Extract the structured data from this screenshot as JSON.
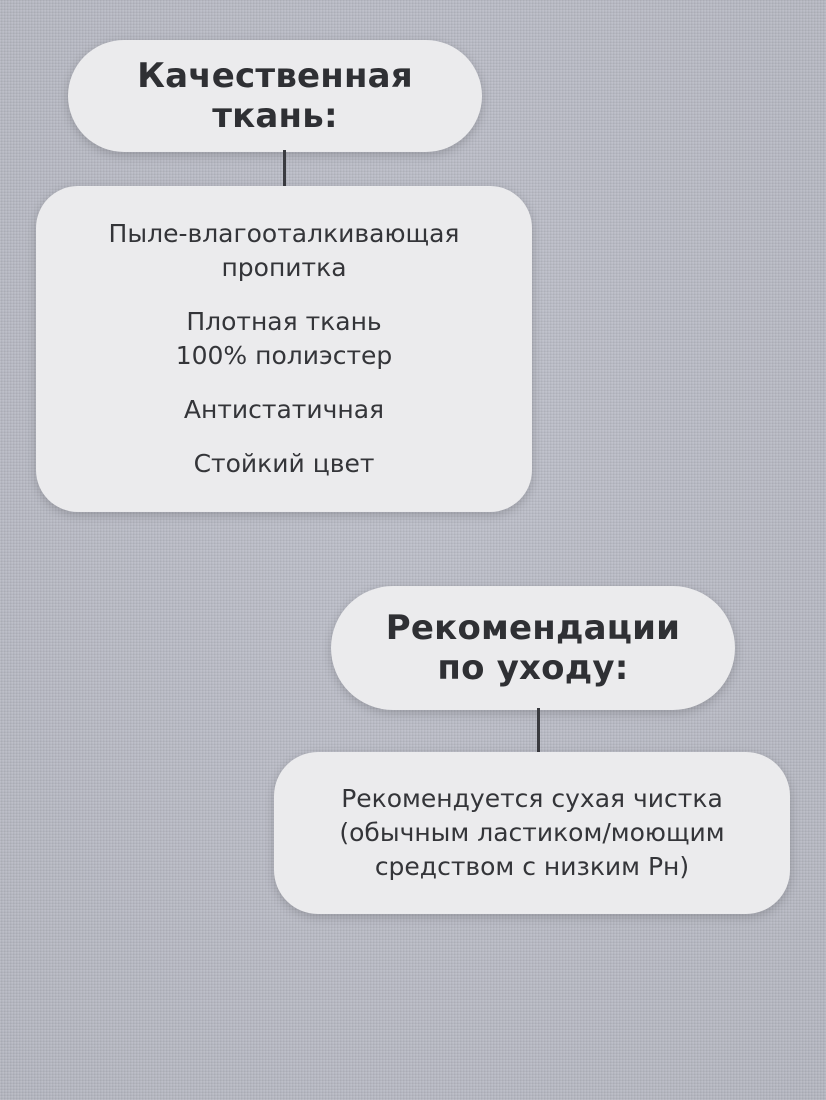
{
  "quality": {
    "title_lines": [
      "Качественная",
      "ткань:"
    ],
    "features": [
      {
        "lines": [
          "Пыле-влагооталкивающая",
          "пропитка"
        ]
      },
      {
        "lines": [
          "Плотная ткань",
          "100% полиэстер"
        ]
      },
      {
        "lines": [
          "Антистатичная"
        ]
      },
      {
        "lines": [
          "Стойкий цвет"
        ]
      }
    ]
  },
  "care": {
    "title_lines": [
      "Рекомендации",
      "по уходу:"
    ],
    "text_lines": [
      "Рекомендуется сухая чистка",
      "(обычным ластиком/моющим",
      "средством с низким Рн)"
    ]
  },
  "colors": {
    "background": "#b7b9c3",
    "card": "#ebebed",
    "text": "#2f3034",
    "connector": "#3a3b40"
  }
}
